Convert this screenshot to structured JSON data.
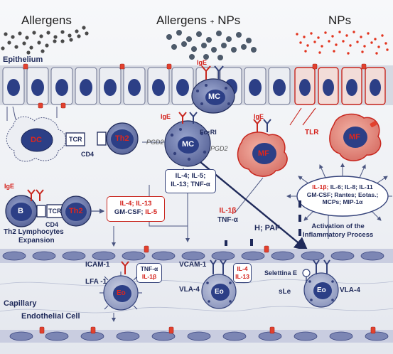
{
  "header": {
    "allergens": "Allergens",
    "allergens_nps_a": "Allergens",
    "allergens_nps_plus": "+",
    "allergens_nps_b": "NPs",
    "nps": "NPs"
  },
  "labels": {
    "epithelium": "Epithelium",
    "capillary": "Capillary",
    "endothelial_cell": "Endothelial Cell",
    "ige_left": "IgE",
    "ige_mid_top": "IgE",
    "ige_mid": "IgE",
    "ige_mf": "IgE",
    "fceri": "FcεRI",
    "pgd2_a": "PGD2",
    "pgd2_b": "PGD2",
    "tcr_top": "TCR",
    "tcr_bottom": "TCR",
    "cd4_top": "CD4",
    "cd4_bottom": "CD4",
    "tlr": "TLR",
    "h_paf": "H; PAF",
    "il1b_tnfa_a": "IL-1β",
    "il1b_tnfa_b": "TNF-α",
    "th2_expansion_a": "Th2 Lymphocytes",
    "th2_expansion_b": "Expansion",
    "activation_a": "Activation of the",
    "activation_b": "Inflammatory Process",
    "icam1": "ICAM-1",
    "lfa1": "LFA -1",
    "vcam1": "VCAM-1",
    "vla4_a": "VLA-4",
    "vla4_b": "VLA-4",
    "selettina": "Selettina E",
    "sle": "sLe"
  },
  "cells": {
    "dc": "DC",
    "th2_top": "Th2",
    "th2_bottom": "Th2",
    "b": "B",
    "mc_top": "MC",
    "mc_mid": "MC",
    "mf_left": "MF",
    "mf_right": "MF",
    "eo_1": "Eo",
    "eo_2": "Eo",
    "eo_3": "Eo"
  },
  "boxes": {
    "th2_cytokines": {
      "line1_red": "IL-4; IL-13",
      "line2_a": "GM-CSF; ",
      "line2_b": "IL-5"
    },
    "mc_cytokines": {
      "line1_a": "IL-4; IL-5;",
      "line2": "IL-13; TNF-α"
    },
    "macrophage_cytokines": {
      "line1_red": "IL-1β;",
      "line1_rest": " IL-6; IL-8; IL-11",
      "line2": "GM-CSF; Rantes; Eotas.;",
      "line3": "MCPs; MIP-1α"
    },
    "eo1_box": {
      "line1": "TNF-α",
      "line2": "IL-1β"
    },
    "eo2_box": {
      "line1": "IL-4",
      "line2": "IL-13"
    }
  },
  "colors": {
    "navy": "#1f2a5a",
    "red": "#d4201a",
    "cell_fill": "#6b77a8",
    "nucleus": "#2c3f86"
  }
}
